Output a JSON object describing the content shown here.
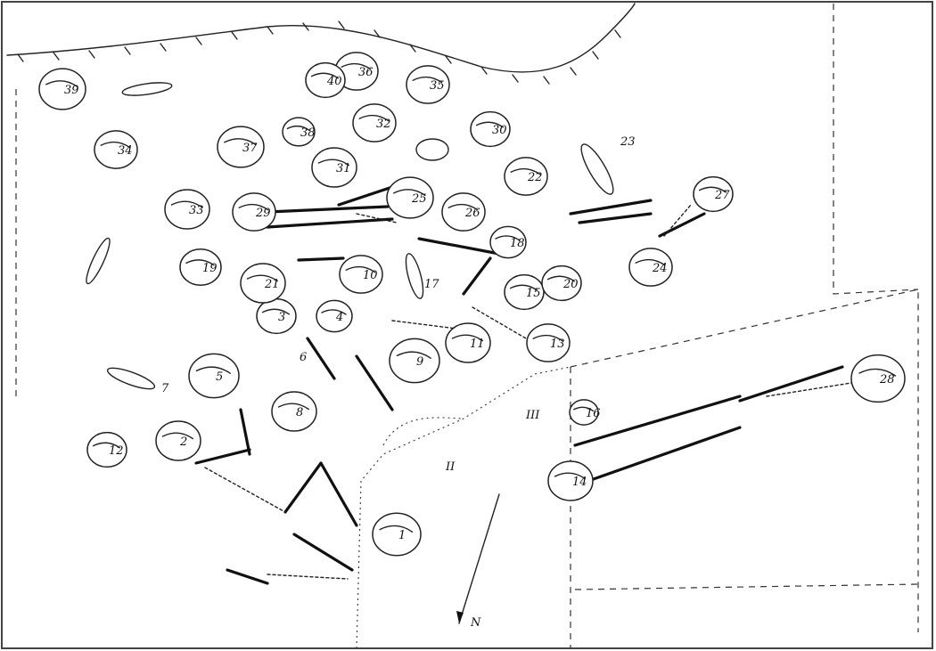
{
  "diagram": {
    "north_arrow_label": "N",
    "zone_labels": [
      "II",
      "III"
    ],
    "skull_labels": [
      "1",
      "2",
      "3",
      "4",
      "5",
      "6",
      "7",
      "8",
      "9",
      "10",
      "11",
      "12",
      "13",
      "14",
      "15",
      "16",
      "17",
      "18",
      "19",
      "20",
      "21",
      "22",
      "23",
      "24",
      "25",
      "26",
      "27",
      "28",
      "29",
      "30",
      "31",
      "32",
      "33",
      "34",
      "35",
      "36",
      "37",
      "38",
      "39",
      "40"
    ]
  }
}
